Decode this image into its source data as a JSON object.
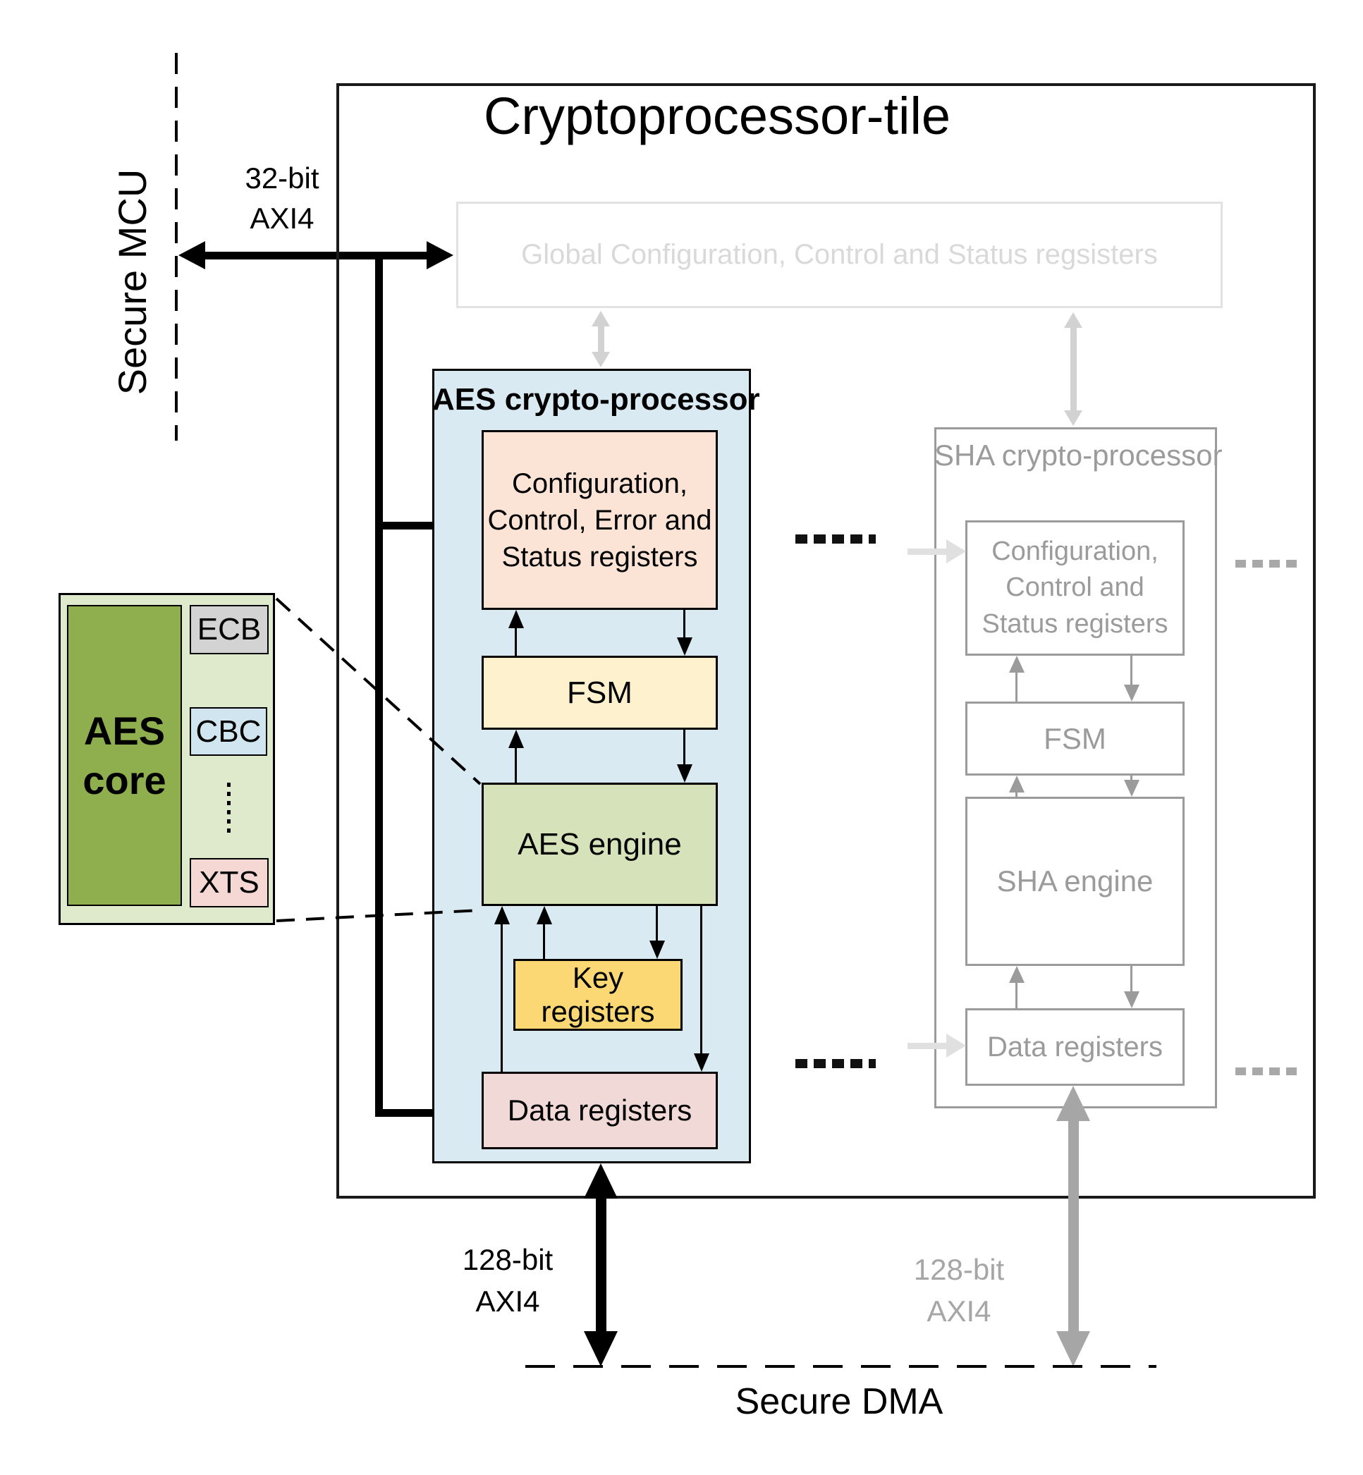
{
  "colors": {
    "aes_block_bg": "#d9eaf3",
    "config_box_bg": "#fbe4d5",
    "fsm_box_bg": "#fdf2cd",
    "engine_box_bg": "#d6e3ba",
    "key_box_bg": "#fbd873",
    "data_box_bg": "#f0d9d7",
    "inset_outer_bg": "#dfe9cc",
    "inset_core_bg": "#8fae4e",
    "mode_ecb_bg": "#d3d3d3",
    "mode_cbc_bg": "#d0e5f0",
    "mode_xts_bg": "#f5d8d3",
    "faded_border": "#9b9b9b",
    "faded_text": "#9b9b9b",
    "ghost_border": "#e2e2e2",
    "ghost_text": "#d9d9d9",
    "gray_arrow": "#d2d2d2",
    "light_stub_arrow": "#e0e0e0",
    "thick_gray_arrow": "#a6a6a6",
    "black": "#000000"
  },
  "mcu": {
    "label": "Secure MCU",
    "bus_line1": "32-bit",
    "bus_line2": "AXI4"
  },
  "tile": {
    "title": "Cryptoprocessor-tile",
    "global_registers": "Global Configuration, Control and Status regsisters"
  },
  "aes": {
    "title": "AES crypto-processor",
    "config_registers": "Configuration, Control, Error and Status registers",
    "fsm": "FSM",
    "engine": "AES engine",
    "key_registers": "Key registers",
    "data_registers": "Data registers",
    "bus_line1": "128-bit",
    "bus_line2": "AXI4"
  },
  "sha": {
    "title": "SHA crypto-processor",
    "config_registers": "Configuration, Control and Status registers",
    "fsm": "FSM",
    "engine": "SHA engine",
    "data_registers": "Data registers",
    "bus_line1": "128-bit",
    "bus_line2": "AXI4"
  },
  "aes_core_inset": {
    "label_line1": "AES",
    "label_line2": "core",
    "modes": [
      "ECB",
      "CBC",
      "XTS"
    ]
  },
  "dma": {
    "label": "Secure DMA"
  }
}
